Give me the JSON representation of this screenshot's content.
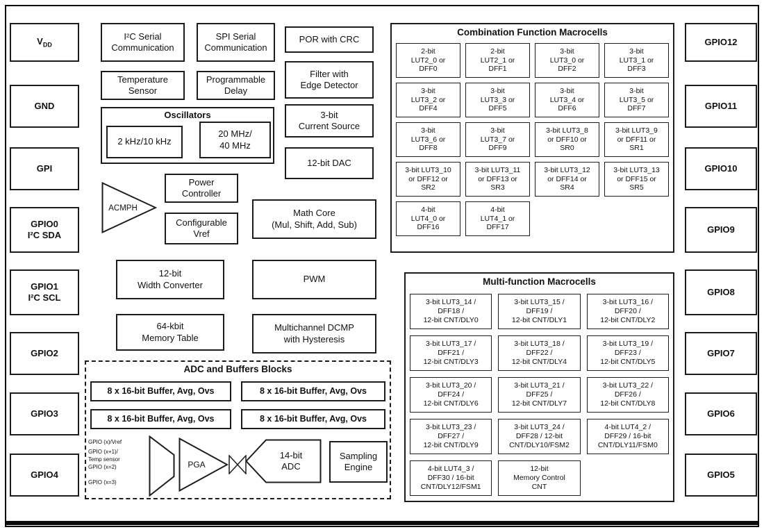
{
  "colors": {
    "line": "#1c1c1c",
    "background": "#ffffff",
    "bottom_bar": "#0a0a0a"
  },
  "pins": {
    "vdd": {
      "base": "V",
      "sub": "DD"
    },
    "left": [
      "GND",
      "GPI",
      "GPIO0\nI²C SDA",
      "GPIO1\nI²C SCL",
      "GPIO2",
      "GPIO3",
      "GPIO4"
    ],
    "right": [
      "GPIO12",
      "GPIO11",
      "GPIO10",
      "GPIO9",
      "GPIO8",
      "GPIO7",
      "GPIO6",
      "GPIO5"
    ]
  },
  "blocks": {
    "i2c": "I²C Serial\nCommunication",
    "spi": "SPI Serial\nCommunication",
    "por": "POR with CRC",
    "temp": "Temperature\nSensor",
    "pdelay": "Programmable\nDelay",
    "filter": "Filter with\nEdge Detector",
    "osc_title": "Oscillators",
    "osc_low": "2 kHz/10 kHz",
    "osc_high": "20 MHz/\n40 MHz",
    "current_source": "3-bit\nCurrent Source",
    "dac": "12-bit DAC",
    "acmph": "ACMPH",
    "power_controller": "Power\nController",
    "vref": "Configurable\nVref",
    "math_core": "Math Core\n(Mul, Shift, Add, Sub)",
    "width_converter": "12-bit\nWidth Converter",
    "pwm": "PWM",
    "memory_table": "64-kbit\nMemory Table",
    "dcmp": "Multichannel DCMP\nwith Hysteresis"
  },
  "adc": {
    "title": "ADC and Buffers Blocks",
    "buffer": "8 x 16-bit Buffer, Avg, Ovs",
    "inputs": [
      "GPIO (x)/Vref",
      "GPIO (x+1)/",
      "Temp sensor",
      "GPIO (x=2)",
      "GPIO (x=3)"
    ],
    "pga": "PGA",
    "adc_label": "14-bit\nADC",
    "sampling": "Sampling\nEngine"
  },
  "combo": {
    "title": "Combination Function Macrocells",
    "cells": [
      "2-bit\nLUT2_0 or\nDFF0",
      "2-bit\nLUT2_1 or\nDFF1",
      "3-bit\nLUT3_0 or\nDFF2",
      "3-bit\nLUT3_1 or\nDFF3",
      "3-bit\nLUT3_2 or\nDFF4",
      "3-bit\nLUT3_3 or\nDFF5",
      "3-bit\nLUT3_4 or\nDFF6",
      "3-bit\nLUT3_5 or\nDFF7",
      "3-bit\nLUT3_6 or\nDFF8",
      "3-bit\nLUT3_7 or\nDFF9",
      "3-bit LUT3_8\nor DFF10 or\nSR0",
      "3-bit LUT3_9\nor DFF11 or\nSR1",
      "3-bit LUT3_10\nor DFF12 or\nSR2",
      "3-bit LUT3_11\nor DFF13 or\nSR3",
      "3-bit LUT3_12\nor DFF14 or\nSR4",
      "3-bit LUT3_13\nor DFF15 or\nSR5",
      "4-bit\nLUT4_0 or\nDFF16",
      "4-bit\nLUT4_1 or\nDFF17"
    ]
  },
  "multi": {
    "title": "Multi-function Macrocells",
    "cells": [
      "3-bit LUT3_14 /\nDFF18 /\n12-bit CNT/DLY0",
      "3-bit LUT3_15 /\nDFF19 /\n12-bit CNT/DLY1",
      "3-bit LUT3_16 /\nDFF20 /\n12-bit CNT/DLY2",
      "3-bit LUT3_17 /\nDFF21 /\n12-bit CNT/DLY3",
      "3-bit LUT3_18 /\nDFF22 /\n12-bit CNT/DLY4",
      "3-bit LUT3_19 /\nDFF23 /\n12-bit CNT/DLY5",
      "3-bit LUT3_20 /\nDFF24 /\n12-bit CNT/DLY6",
      "3-bit LUT3_21 /\nDFF25 /\n12-bit CNT/DLY7",
      "3-bit LUT3_22 /\nDFF26 /\n12-bit CNT/DLY8",
      "3-bit LUT3_23 /\nDFF27 /\n12-bit CNT/DLY9",
      "3-bit LUT3_24 /\nDFF28 / 12-bit\nCNT/DLY10/FSM2",
      "4-bit LUT4_2 /\nDFF29 / 16-bit\nCNT/DLY11/FSM0",
      "4-bit LUT4_3 /\nDFF30 / 16-bit\nCNT/DLY12/FSM1",
      "12-bit\nMemory Control\nCNT"
    ]
  }
}
